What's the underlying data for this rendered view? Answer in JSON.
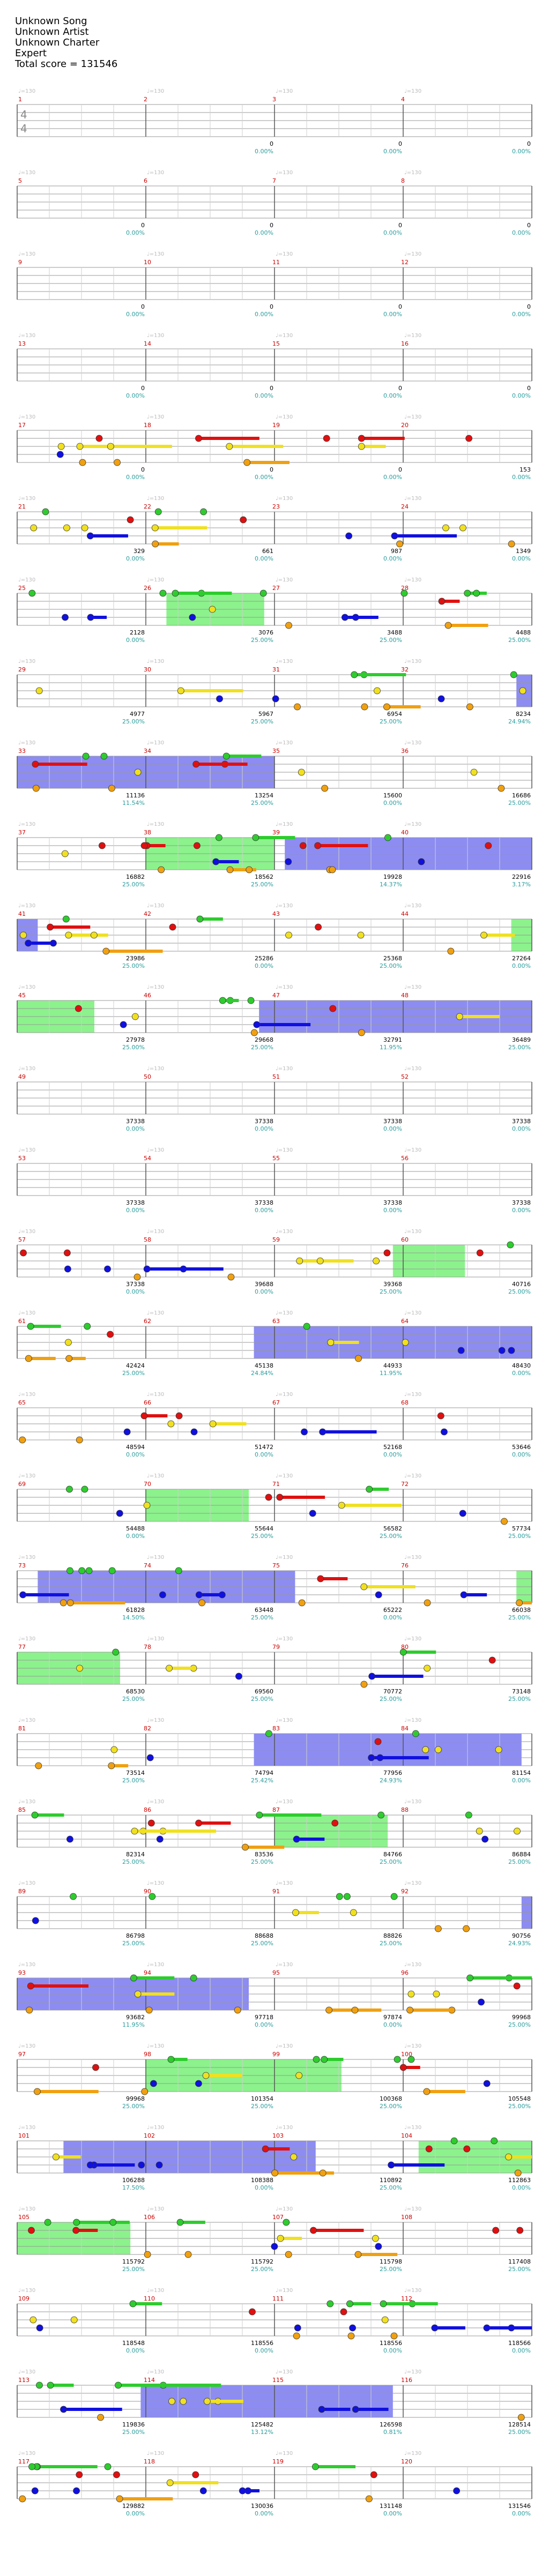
{
  "header": {
    "song": "Unknown Song",
    "artist": "Unknown Artist",
    "charter": "Unknown Charter",
    "difficulty": "Expert",
    "total_score": "Total score = 131546"
  },
  "time_signature": {
    "top": "4",
    "bottom": "4"
  },
  "bpm_label": "♩=130",
  "colors": {
    "green": "#2ecc2e",
    "red": "#e01010",
    "yellow": "#f0e020",
    "blue": "#1010e0",
    "orange": "#f0a010",
    "sp_green": "#66ee66",
    "sp_blue": "#6666ee",
    "measure_num": "#cc0000",
    "pct": "#2a9c9c"
  },
  "rows": [
    {
      "m": [
        1,
        2,
        3,
        4
      ],
      "sc": [
        "",
        "0",
        "0",
        "0"
      ],
      "pc": [
        "",
        "0.00%",
        "0.00%",
        "0.00%"
      ],
      "last": "0",
      "lastpct": "0.00%"
    },
    {
      "m": [
        5,
        6,
        7,
        8
      ],
      "sc": [
        "0",
        "0",
        "0",
        "0"
      ],
      "pc": [
        "0.00%",
        "0.00%",
        "0.00%",
        "0.00%"
      ]
    },
    {
      "m": [
        9,
        10,
        11,
        12
      ],
      "sc": [
        "0",
        "0",
        "0",
        "0"
      ],
      "pc": [
        "0.00%",
        "0.00%",
        "0.00%",
        "0.00%"
      ]
    },
    {
      "m": [
        13,
        14,
        15,
        16
      ],
      "sc": [
        "0",
        "0",
        "0",
        "0"
      ],
      "pc": [
        "0.00%",
        "0.00%",
        "0.00%",
        "0.00%"
      ]
    },
    {
      "m": [
        17,
        18,
        19,
        20
      ],
      "sc": [
        "0",
        "0",
        "0",
        "153"
      ],
      "pc": [
        "0.00%",
        "0.00%",
        "0.00%",
        "0.00%"
      ]
    },
    {
      "m": [
        21,
        22,
        23,
        24
      ],
      "sc": [
        "329",
        "661",
        "987",
        "1349"
      ],
      "pc": [
        "0.00%",
        "0.00%",
        "0.00%",
        "0.00%"
      ]
    },
    {
      "m": [
        25,
        26,
        27,
        28
      ],
      "sc": [
        "2128",
        "3076",
        "3488",
        "4488"
      ],
      "pc": [
        "0.00%",
        "25.00%",
        "25.00%",
        "25.00%"
      ]
    },
    {
      "m": [
        29,
        30,
        31,
        32
      ],
      "sc": [
        "4977",
        "5967",
        "6954",
        "8234"
      ],
      "pc": [
        "25.00%",
        "25.00%",
        "25.00%",
        "24.94%"
      ]
    },
    {
      "m": [
        33,
        34,
        35,
        36
      ],
      "sc": [
        "11136",
        "13254",
        "15600",
        "16686"
      ],
      "pc": [
        "11.54%",
        "25.00%",
        "0.00%",
        "25.00%"
      ]
    },
    {
      "m": [
        37,
        38,
        39,
        40
      ],
      "sc": [
        "16882",
        "18562",
        "19928",
        "22916"
      ],
      "pc": [
        "25.00%",
        "25.00%",
        "14.37%",
        "3.17%"
      ]
    },
    {
      "m": [
        41,
        42,
        43,
        44
      ],
      "sc": [
        "23986",
        "25286",
        "25368",
        "27264"
      ],
      "pc": [
        "25.00%",
        "0.00%",
        "25.00%",
        "0.00%"
      ]
    },
    {
      "m": [
        45,
        46,
        47,
        48
      ],
      "sc": [
        "27978",
        "29668",
        "32791",
        "36489"
      ],
      "pc": [
        "25.00%",
        "25.00%",
        "11.95%",
        "25.00%"
      ]
    },
    {
      "m": [
        49,
        50,
        51,
        52
      ],
      "sc": [
        "37338",
        "37338",
        "37338",
        "37338"
      ],
      "pc": [
        "0.00%",
        "0.00%",
        "0.00%",
        "0.00%"
      ]
    },
    {
      "m": [
        53,
        54,
        55,
        56
      ],
      "sc": [
        "37338",
        "37338",
        "37338",
        "37338"
      ],
      "pc": [
        "0.00%",
        "0.00%",
        "0.00%",
        "0.00%"
      ]
    },
    {
      "m": [
        57,
        58,
        59,
        60
      ],
      "sc": [
        "37338",
        "39688",
        "39368",
        "40716"
      ],
      "pc": [
        "0.00%",
        "0.00%",
        "25.00%",
        "25.00%"
      ]
    },
    {
      "m": [
        61,
        62,
        63,
        64
      ],
      "sc": [
        "42424",
        "45138",
        "44933",
        "48430"
      ],
      "pc": [
        "25.00%",
        "24.84%",
        "11.95%",
        "0.00%"
      ]
    },
    {
      "m": [
        65,
        66,
        67,
        68
      ],
      "sc": [
        "48594",
        "51472",
        "52168",
        "53646"
      ],
      "pc": [
        "0.00%",
        "0.00%",
        "0.00%",
        "0.00%"
      ]
    },
    {
      "m": [
        69,
        70,
        71,
        72
      ],
      "sc": [
        "54488",
        "55644",
        "56582",
        "57734"
      ],
      "pc": [
        "0.00%",
        "25.00%",
        "25.00%",
        "25.00%"
      ]
    },
    {
      "m": [
        73,
        74,
        75,
        76
      ],
      "sc": [
        "61828",
        "63448",
        "65222",
        "66038"
      ],
      "pc": [
        "14.50%",
        "25.00%",
        "0.00%",
        "25.00%"
      ]
    },
    {
      "m": [
        77,
        78,
        79,
        80
      ],
      "sc": [
        "68530",
        "69560",
        "70772",
        "73148"
      ],
      "pc": [
        "25.00%",
        "25.00%",
        "25.00%",
        "25.00%"
      ]
    },
    {
      "m": [
        81,
        82,
        83,
        84
      ],
      "sc": [
        "73514",
        "74794",
        "77956",
        "81154"
      ],
      "pc": [
        "25.00%",
        "25.42%",
        "24.93%",
        "0.00%"
      ]
    },
    {
      "m": [
        85,
        86,
        87,
        88
      ],
      "sc": [
        "82314",
        "83536",
        "84766",
        "86884"
      ],
      "pc": [
        "25.00%",
        "25.00%",
        "25.00%",
        "25.00%"
      ]
    },
    {
      "m": [
        89,
        90,
        91,
        92
      ],
      "sc": [
        "86798",
        "88688",
        "88826",
        "90756"
      ],
      "pc": [
        "25.00%",
        "25.00%",
        "25.00%",
        "24.93%"
      ]
    },
    {
      "m": [
        93,
        94,
        95,
        96
      ],
      "sc": [
        "93682",
        "97718",
        "97874",
        "99968"
      ],
      "pc": [
        "11.95%",
        "0.00%",
        "0.00%",
        "25.00%"
      ]
    },
    {
      "m": [
        97,
        98,
        99,
        100
      ],
      "sc": [
        "99968",
        "101354",
        "100368",
        "105548"
      ],
      "pc": [
        "25.00%",
        "25.00%",
        "25.00%",
        "25.00%"
      ]
    },
    {
      "m": [
        101,
        102,
        103,
        104
      ],
      "sc": [
        "106288",
        "108388",
        "110892",
        "112863"
      ],
      "pc": [
        "17.50%",
        "0.00%",
        "25.00%",
        "0.00%"
      ]
    },
    {
      "m": [
        105,
        106,
        107,
        108
      ],
      "sc": [
        "115792",
        "115792",
        "115798",
        "117408"
      ],
      "pc": [
        "25.00%",
        "25.00%",
        "25.00%",
        "25.00%"
      ]
    },
    {
      "m": [
        109,
        110,
        111,
        112
      ],
      "sc": [
        "118548",
        "118556",
        "118556",
        "118566"
      ],
      "pc": [
        "0.00%",
        "0.00%",
        "0.00%",
        "0.00%"
      ]
    },
    {
      "m": [
        113,
        114,
        115,
        116
      ],
      "sc": [
        "119836",
        "125482",
        "126598",
        "128514"
      ],
      "pc": [
        "25.00%",
        "13.12%",
        "0.81%",
        "25.00%"
      ]
    },
    {
      "m": [
        117,
        118,
        119,
        120
      ],
      "sc": [
        "129882",
        "130036",
        "131148",
        "131546"
      ],
      "pc": [
        "0.00%",
        "0.00%",
        "0.00%",
        "0.00%"
      ]
    }
  ]
}
